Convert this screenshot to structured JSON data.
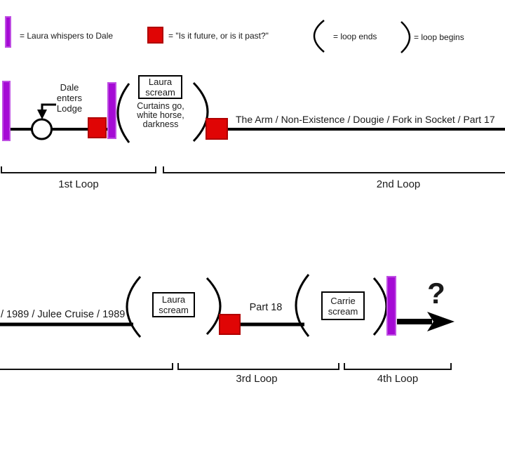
{
  "legend": {
    "laura_whispers": "= Laura whispers to Dale",
    "future_past": "= \"Is it future, or is it past?\"",
    "loop_ends": "= loop ends",
    "loop_begins": "= loop begins"
  },
  "timeline1": {
    "dale_label": "Dale\nenters\nLodge",
    "laura_box": "Laura\nscream",
    "curtains": "Curtains go,\nwhite horse,\ndarkness",
    "arm_text": "The Arm / Non-Existence / Dougie / Fork in Socket / Part 17",
    "loop1": "1st Loop",
    "loop2": "2nd Loop"
  },
  "timeline2": {
    "julee_text": "/ 1989 / Julee Cruise / 1989",
    "laura_box": "Laura\nscream",
    "part18": "Part 18",
    "carrie_box": "Carrie\nscream",
    "question": "?",
    "loop3": "3rd Loop",
    "loop4": "4th Loop"
  },
  "colors": {
    "purple": "#a50ad5",
    "red": "#e00505",
    "line": "#000000"
  }
}
